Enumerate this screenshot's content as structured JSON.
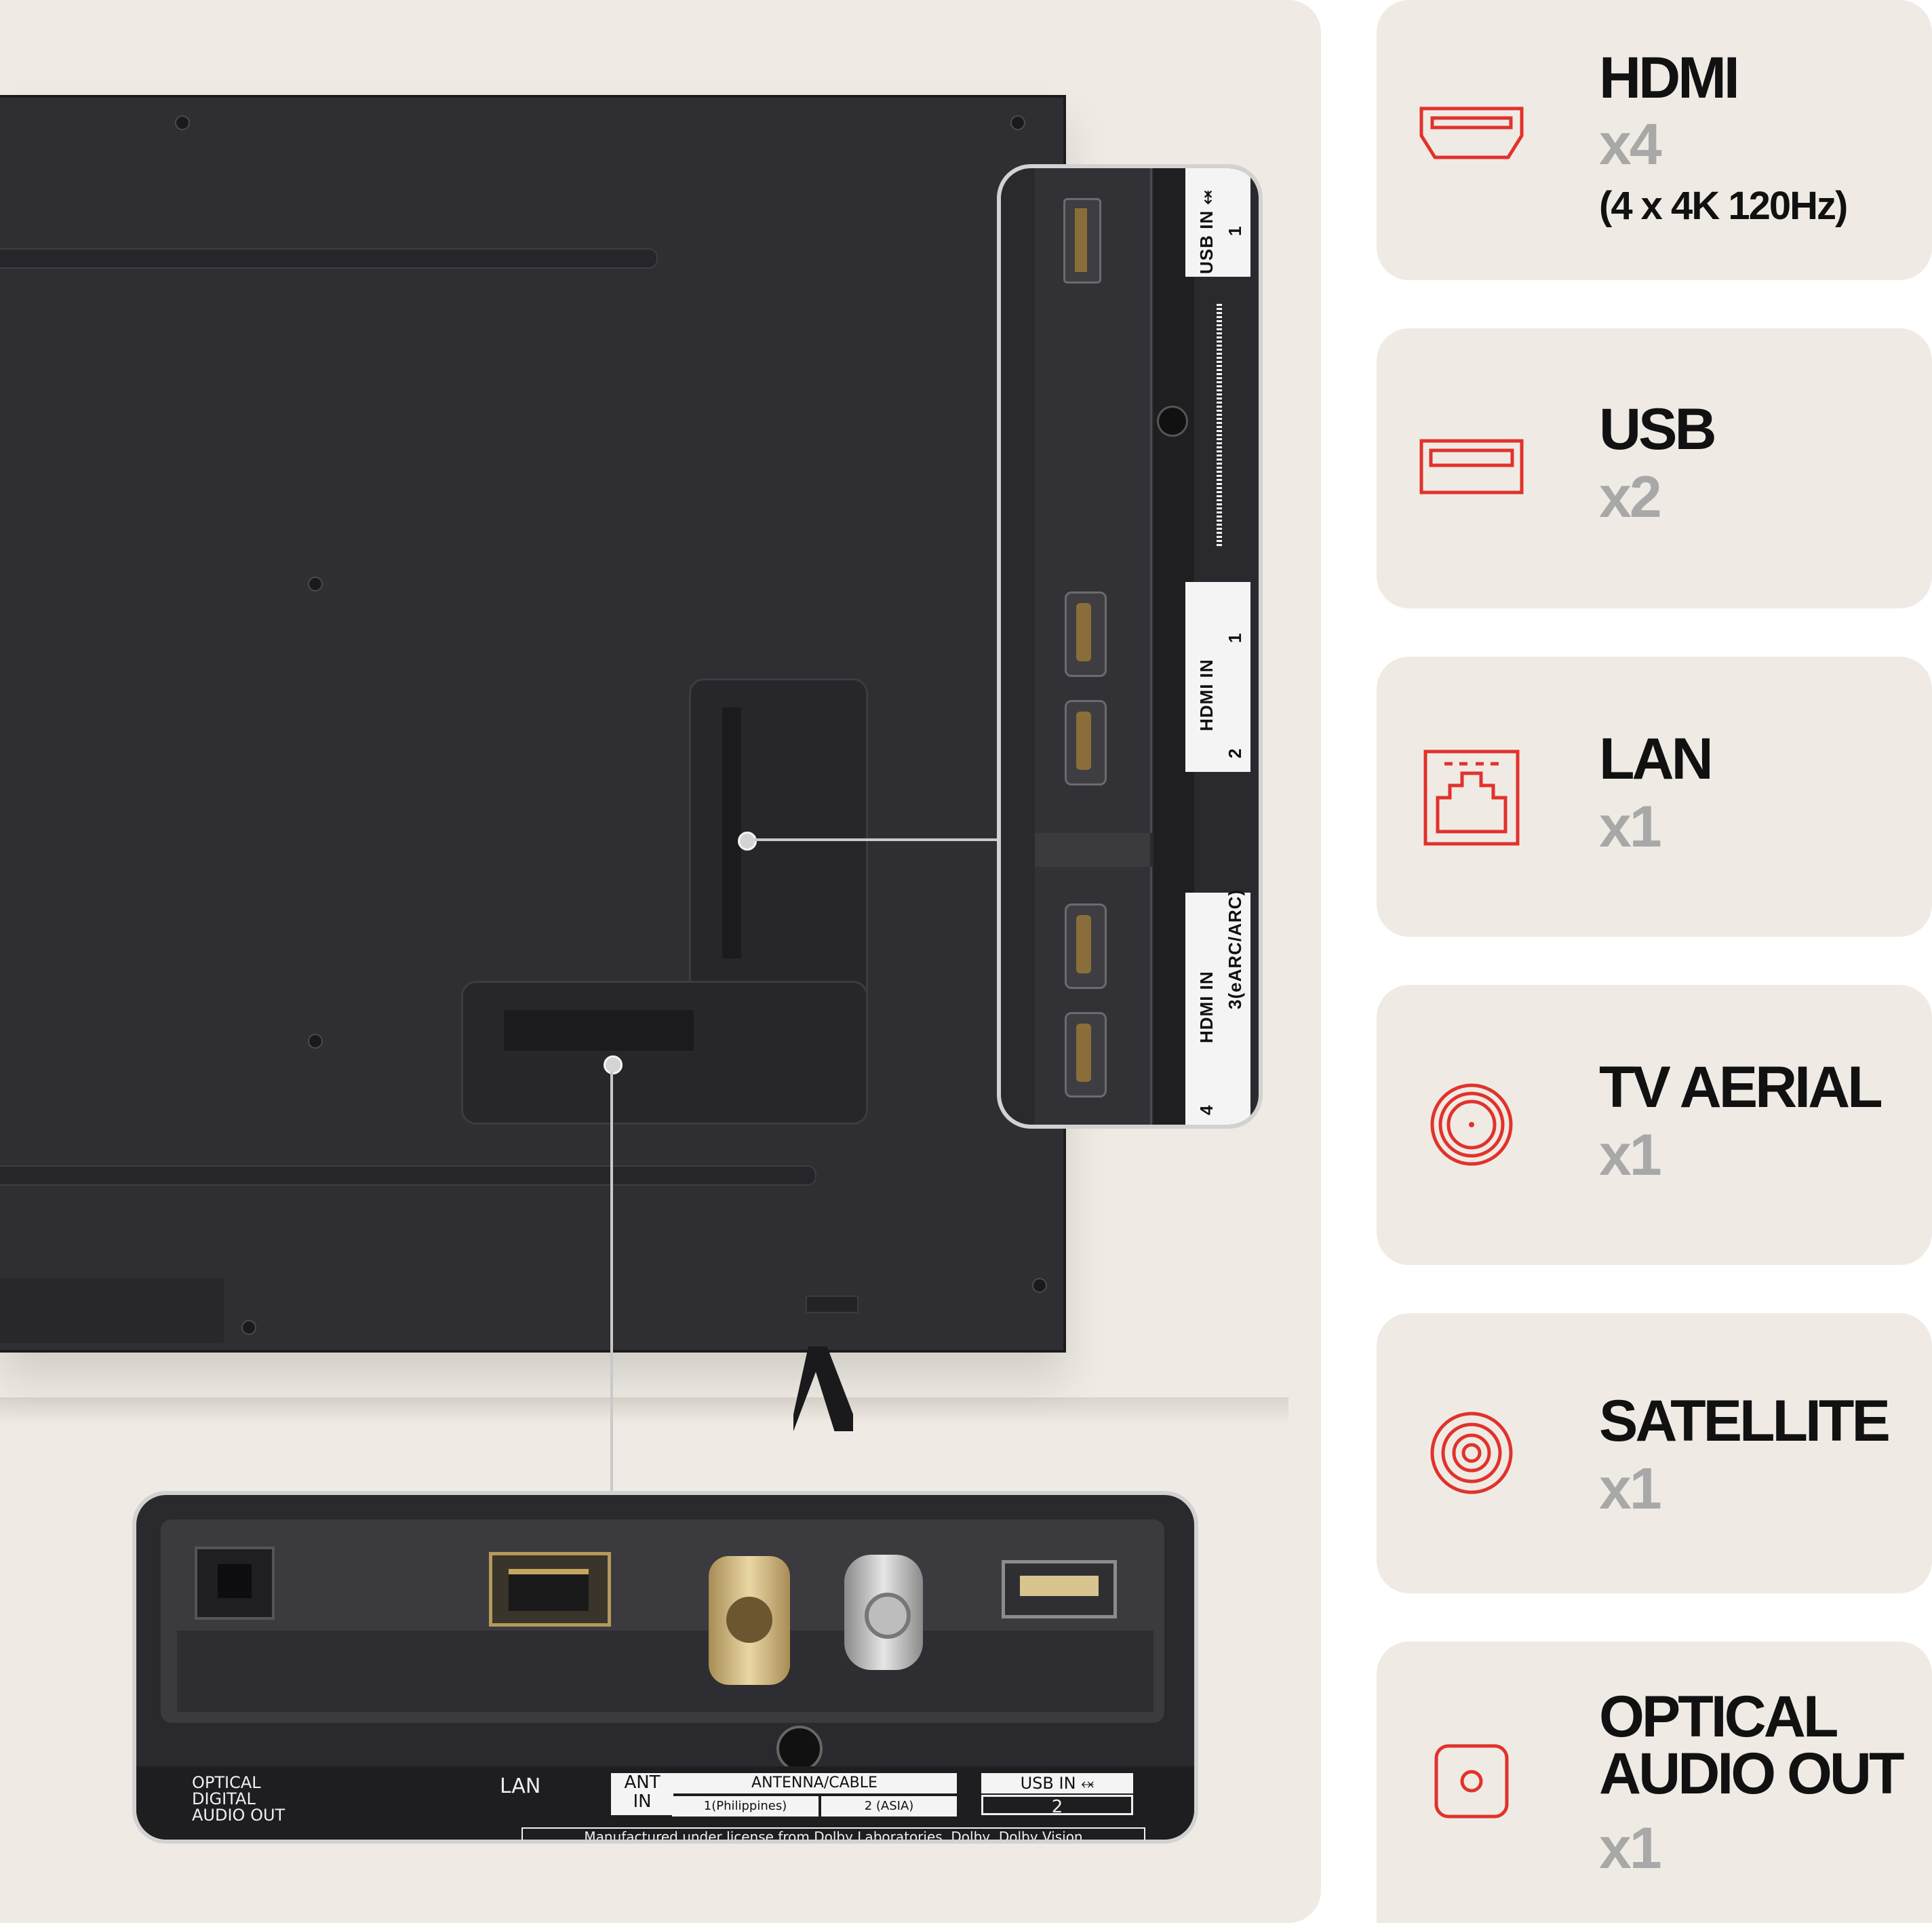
{
  "accent_color": "#e1322c",
  "features": [
    {
      "icon": "hdmi-icon",
      "title": "HDMI",
      "count": "x4",
      "detail": "(4 x 4K 120Hz)"
    },
    {
      "icon": "usb-icon",
      "title": "USB",
      "count": "x2"
    },
    {
      "icon": "lan-icon",
      "title": "LAN",
      "count": "x1"
    },
    {
      "icon": "tv-aerial-icon",
      "title": "TV AERIAL",
      "count": "x1"
    },
    {
      "icon": "satellite-icon",
      "title": "SATELLITE",
      "count": "x1"
    },
    {
      "icon": "optical-audio-icon",
      "title_line1": "OPTICAL",
      "title_line2": "AUDIO OUT",
      "count": "x1"
    }
  ],
  "side_panel_labels": {
    "usb_in": "USB IN ⬾",
    "usb_in_number": "1",
    "hdmi_in_a": "HDMI IN",
    "hdmi_1": "1",
    "hdmi_2": "2",
    "hdmi_in_b": "HDMI IN",
    "hdmi_3": "3(eARC/ARC)",
    "hdmi_4": "4"
  },
  "bottom_panel_labels": {
    "optical_line1": "OPTICAL",
    "optical_line2": "DIGITAL",
    "optical_line3": "AUDIO OUT",
    "lan": "LAN",
    "ant_in_line1": "ANT",
    "ant_in_line2": "IN",
    "antenna_cable": "ANTENNA/CABLE",
    "antenna_1": "1(Philippines)",
    "antenna_2": "2 (ASIA)",
    "usb_in": "USB IN ⬾",
    "usb_in_number": "2",
    "dolby_notice": "Manufactured under license from Dolby Laboratories. Dolby, Dolby Vision"
  }
}
